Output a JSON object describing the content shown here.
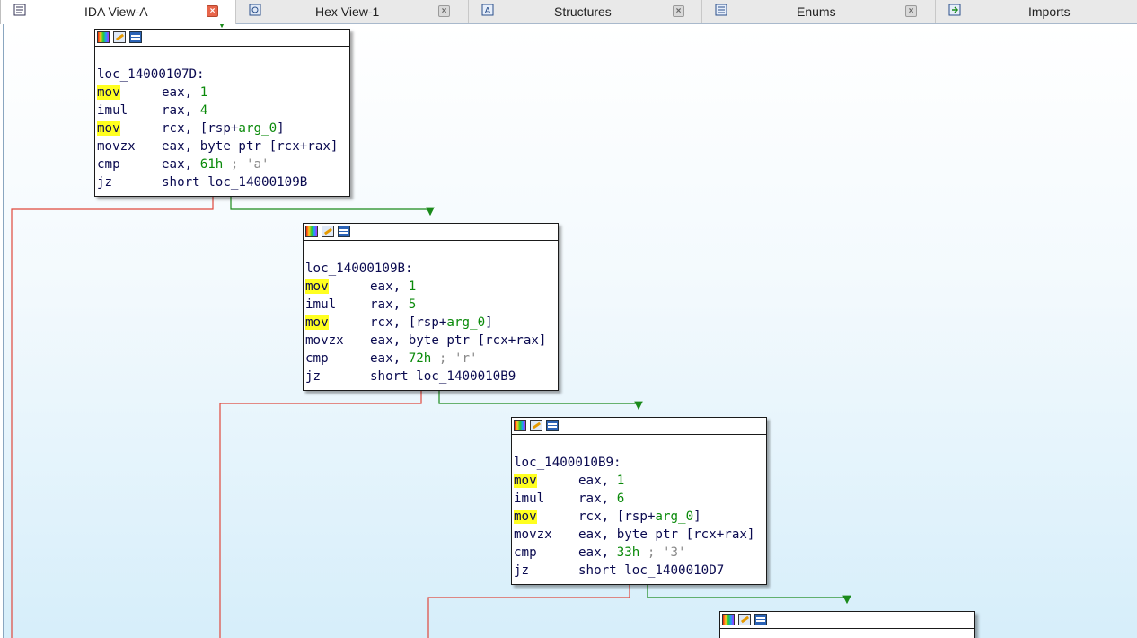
{
  "tabs": [
    {
      "label": "IDA View-A",
      "icon": "ida-view-icon",
      "active": true
    },
    {
      "label": "Hex View-1",
      "icon": "hex-view-icon",
      "active": false
    },
    {
      "label": "Structures",
      "icon": "structures-icon",
      "active": false
    },
    {
      "label": "Enums",
      "icon": "enums-icon",
      "active": false
    },
    {
      "label": "Imports",
      "icon": "imports-icon",
      "active": false
    }
  ],
  "close_glyph": "×",
  "colors": {
    "edge_true": "#1a8a1a",
    "edge_false": "#e0483c",
    "highlight": "#ffff20",
    "number": "#0a8a0a",
    "comment": "#8a8a8a"
  },
  "blocks": [
    {
      "label": "loc_14000107D:",
      "lines": [
        {
          "mn": "mov",
          "hl": true,
          "ops": [
            [
              "eax, ",
              ""
            ],
            [
              "1",
              "num"
            ]
          ]
        },
        {
          "mn": "imul",
          "hl": false,
          "ops": [
            [
              "rax, ",
              ""
            ],
            [
              "4",
              "num"
            ]
          ]
        },
        {
          "mn": "mov",
          "hl": true,
          "ops": [
            [
              "rcx, [rsp+",
              ""
            ],
            [
              "arg_0",
              "arg"
            ],
            [
              "]",
              ""
            ]
          ]
        },
        {
          "mn": "movzx",
          "hl": false,
          "ops": [
            [
              "eax, byte ptr [rcx+rax]",
              ""
            ]
          ]
        },
        {
          "mn": "cmp",
          "hl": false,
          "ops": [
            [
              "eax, ",
              ""
            ],
            [
              "61h",
              "num"
            ],
            [
              " ; 'a'",
              "cmt"
            ]
          ]
        },
        {
          "mn": "jz",
          "hl": false,
          "ops": [
            [
              "short loc_14000109B",
              ""
            ]
          ]
        }
      ]
    },
    {
      "label": "loc_14000109B:",
      "lines": [
        {
          "mn": "mov",
          "hl": true,
          "ops": [
            [
              "eax, ",
              ""
            ],
            [
              "1",
              "num"
            ]
          ]
        },
        {
          "mn": "imul",
          "hl": false,
          "ops": [
            [
              "rax, ",
              ""
            ],
            [
              "5",
              "num"
            ]
          ]
        },
        {
          "mn": "mov",
          "hl": true,
          "ops": [
            [
              "rcx, [rsp+",
              ""
            ],
            [
              "arg_0",
              "arg"
            ],
            [
              "]",
              ""
            ]
          ]
        },
        {
          "mn": "movzx",
          "hl": false,
          "ops": [
            [
              "eax, byte ptr [rcx+rax]",
              ""
            ]
          ]
        },
        {
          "mn": "cmp",
          "hl": false,
          "ops": [
            [
              "eax, ",
              ""
            ],
            [
              "72h",
              "num"
            ],
            [
              " ; 'r'",
              "cmt"
            ]
          ]
        },
        {
          "mn": "jz",
          "hl": false,
          "ops": [
            [
              "short loc_1400010B9",
              ""
            ]
          ]
        }
      ]
    },
    {
      "label": "loc_1400010B9:",
      "lines": [
        {
          "mn": "mov",
          "hl": true,
          "ops": [
            [
              "eax, ",
              ""
            ],
            [
              "1",
              "num"
            ]
          ]
        },
        {
          "mn": "imul",
          "hl": false,
          "ops": [
            [
              "rax, ",
              ""
            ],
            [
              "6",
              "num"
            ]
          ]
        },
        {
          "mn": "mov",
          "hl": true,
          "ops": [
            [
              "rcx, [rsp+",
              ""
            ],
            [
              "arg_0",
              "arg"
            ],
            [
              "]",
              ""
            ]
          ]
        },
        {
          "mn": "movzx",
          "hl": false,
          "ops": [
            [
              "eax, byte ptr [rcx+rax]",
              ""
            ]
          ]
        },
        {
          "mn": "cmp",
          "hl": false,
          "ops": [
            [
              "eax, ",
              ""
            ],
            [
              "33h",
              "num"
            ],
            [
              " ; '3'",
              "cmt"
            ]
          ]
        },
        {
          "mn": "jz",
          "hl": false,
          "ops": [
            [
              "short loc_1400010D7",
              ""
            ]
          ]
        }
      ]
    },
    {
      "label": "",
      "lines": []
    }
  ]
}
